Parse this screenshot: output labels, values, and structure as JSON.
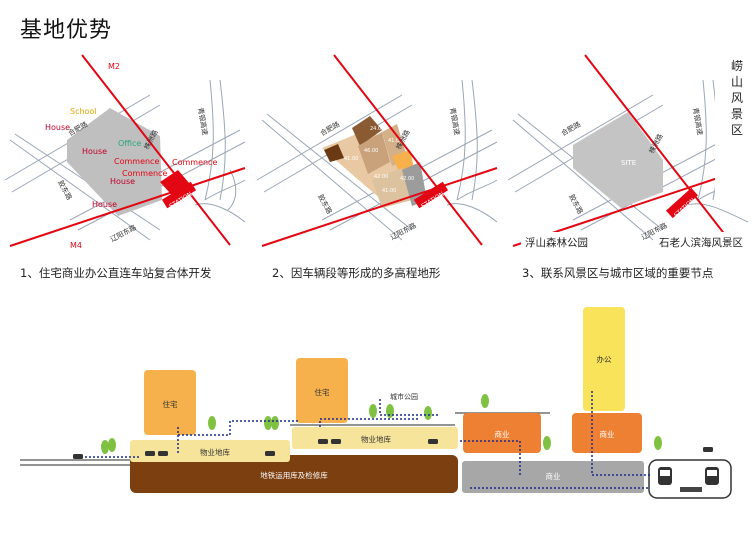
{
  "title": "基地优势",
  "maps": [
    {
      "caption": "1、住宅商业办公直连车站复合体开发",
      "labels": {
        "m2": "M2",
        "m4": "M4",
        "school": "School",
        "house1": "House",
        "house2": "House",
        "house3": "House",
        "house4": "House",
        "office": "Office",
        "commence1": "Commence",
        "commence2": "Commence",
        "commence3": "Commence",
        "station": "STATION",
        "road_hefei": "合肥路",
        "road_zhuhai": "株洲路",
        "road_qingyin": "青银高速",
        "road_jiaodong": "胶东路",
        "road_liaoyang": "辽阳东路"
      }
    },
    {
      "caption": "2、因车辆段等形成的多高程地形",
      "labels": {
        "station": "STATION",
        "road_hefei": "合肥路",
        "road_zhuhai": "株洲路",
        "road_qingyin": "青银高速",
        "road_jiaodong": "胶东路",
        "road_liaoyang": "辽阳东路",
        "e1": "24.00",
        "e2": "46.00",
        "e3": "41.00",
        "e4": "41.00",
        "e5": "42.00",
        "e6": "41.00",
        "e7": "42.00"
      }
    },
    {
      "caption": "3、联系风景区与城市区域的重要节点",
      "labels": {
        "laoshan": "崂山风景区",
        "site": "SITE",
        "station": "STATION",
        "road_hefei": "合肥路",
        "road_zhuhai": "株洲路",
        "road_qingyin": "青银高速",
        "road_jiaodong": "胶东路",
        "road_liaoyang": "辽阳东路",
        "fushan": "浮山森林公园",
        "shilaoren": "石老人滨海风景区"
      }
    }
  ],
  "section": {
    "residential_1": "住宅",
    "residential_2": "住宅",
    "office": "办公",
    "commercial_1": "商业",
    "commercial_2": "商业",
    "commercial_3": "商业",
    "garage_1": "物业地库",
    "garage_2": "物业地库",
    "city_park": "城市公园",
    "metro_depot": "地铁运用库及检修库"
  },
  "colors": {
    "residential": "#f6b04c",
    "office": "#f9e35a",
    "commercial": "#ee8033",
    "garage": "#f6e49a",
    "depot": "#7b3f10",
    "grey_block": "#a7a7a7",
    "road_red": "#e30613",
    "path_blue": "#1a2a8c",
    "tree_green": "#7fc242"
  }
}
